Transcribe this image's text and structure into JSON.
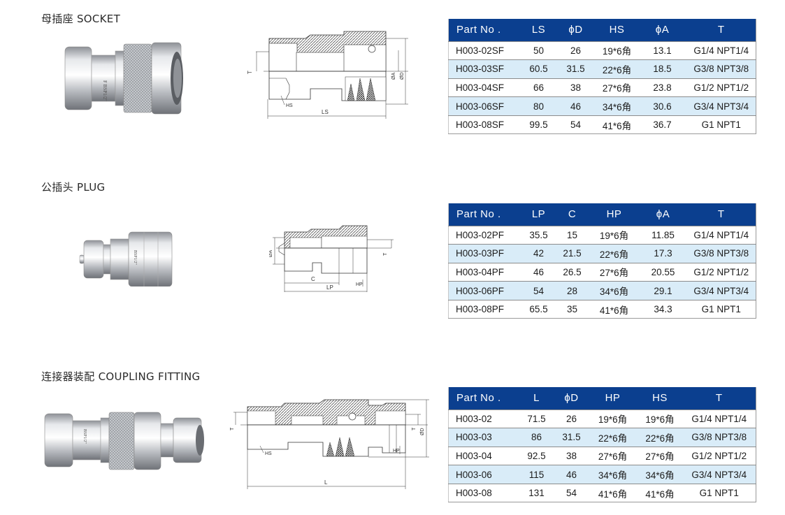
{
  "sections": {
    "socket": {
      "title": "母插座 SOCKET",
      "drawing_labels": {
        "T": "T",
        "HS": "HS",
        "LS": "LS",
        "A": "ØA",
        "D": "ØD"
      },
      "table": {
        "headers": [
          "Part No .",
          "LS",
          "ϕD",
          "HS",
          "ϕA",
          "T"
        ],
        "rows": [
          [
            "H003-02SF",
            "50",
            "26",
            "19*6角",
            "13.1",
            "G1/4 NPT1/4"
          ],
          [
            "H003-03SF",
            "60.5",
            "31.5",
            "22*6角",
            "18.5",
            "G3/8 NPT3/8"
          ],
          [
            "H003-04SF",
            "66",
            "38",
            "27*6角",
            "23.8",
            "G1/2 NPT1/2"
          ],
          [
            "H003-06SF",
            "80",
            "46",
            "34*6角",
            "30.6",
            "G3/4 NPT3/4"
          ],
          [
            "H003-08SF",
            "99.5",
            "54",
            "41*6角",
            "36.7",
            "G1 NPT1"
          ]
        ]
      }
    },
    "plug": {
      "title": "公插头 PLUG",
      "drawing_labels": {
        "A": "ØA",
        "C": "C",
        "LP": "LP",
        "HP": "HP",
        "T": "T"
      },
      "table": {
        "headers": [
          "Part No .",
          "LP",
          "C",
          "HP",
          "ϕA",
          "T"
        ],
        "rows": [
          [
            "H003-02PF",
            "35.5",
            "15",
            "19*6角",
            "11.85",
            "G1/4 NPT1/4"
          ],
          [
            "H003-03PF",
            "42",
            "21.5",
            "22*6角",
            "17.3",
            "G3/8 NPT3/8"
          ],
          [
            "H003-04PF",
            "46",
            "26.5",
            "27*6角",
            "20.55",
            "G1/2 NPT1/2"
          ],
          [
            "H003-06PF",
            "54",
            "28",
            "34*6角",
            "29.1",
            "G3/4 NPT3/4"
          ],
          [
            "H003-08PF",
            "65.5",
            "35",
            "41*6角",
            "34.3",
            "G1 NPT1"
          ]
        ]
      }
    },
    "coupling": {
      "title": "连接器装配 COUPLING FITTING",
      "drawing_labels": {
        "T": "T",
        "HS": "HS",
        "HP": "HP",
        "L": "L",
        "D": "ØD"
      },
      "table": {
        "headers": [
          "Part No .",
          "L",
          "ϕD",
          "HP",
          "HS",
          "T"
        ],
        "rows": [
          [
            "H003-02",
            "71.5",
            "26",
            "19*6角",
            "19*6角",
            "G1/4 NPT1/4"
          ],
          [
            "H003-03",
            "86",
            "31.5",
            "22*6角",
            "22*6角",
            "G3/8 NPT3/8"
          ],
          [
            "H003-04",
            "92.5",
            "38",
            "27*6角",
            "27*6角",
            "G1/2 NPT1/2"
          ],
          [
            "H003-06",
            "115",
            "46",
            "34*6角",
            "34*6角",
            "G3/4 NPT3/4"
          ],
          [
            "H003-08",
            "131",
            "54",
            "41*6角",
            "41*6角",
            "G1 NPT1"
          ]
        ]
      }
    }
  },
  "colors": {
    "header_bg": "#0b3f8f",
    "row_alt": "#d9ecf8"
  }
}
